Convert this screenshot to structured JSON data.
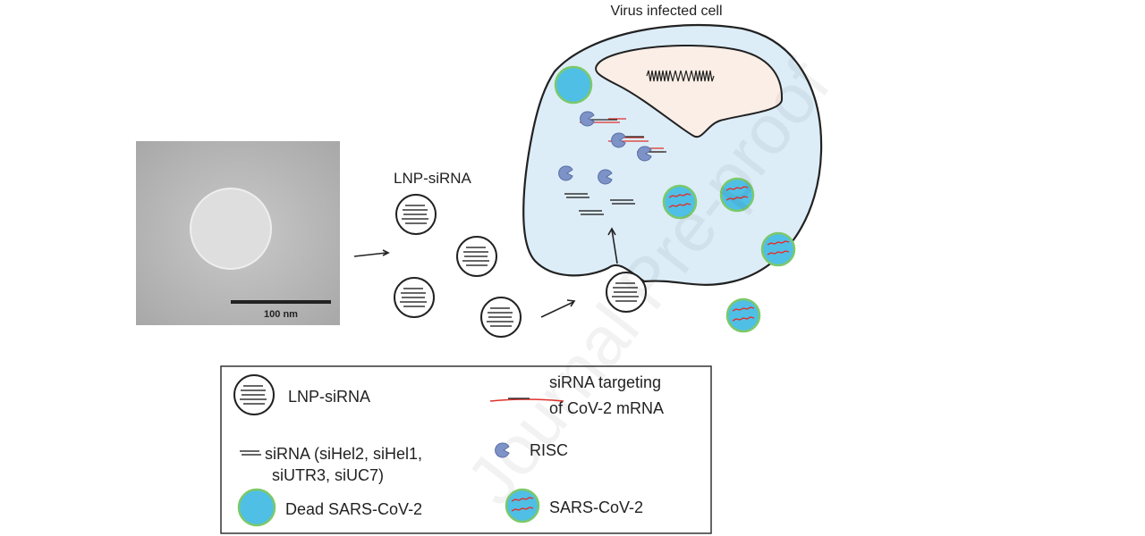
{
  "cell_title": "Virus infected cell",
  "lnp_title": "LNP-siRNA",
  "scale_bar": "100 nm",
  "watermark": "Journal Pre-proof",
  "legend": {
    "lnp": "LNP-siRNA",
    "targeting_line1": "siRNA targeting",
    "targeting_line2": "of CoV-2 mRNA",
    "sirna_line1": "siRNA (siHel2, siHel1,",
    "sirna_line2": "siUTR3, siUC7)",
    "risc": "RISC",
    "dead": "Dead SARS-CoV-2",
    "virus": "SARS-CoV-2"
  },
  "colors": {
    "cell_fill": "#dcedf8",
    "nucleus_fill": "#fbeee6",
    "virus_fill": "#4fbfe6",
    "virus_border": "#7cc96a",
    "mrna_red": "#e0302a",
    "risc_blue": "#7d93c8"
  }
}
